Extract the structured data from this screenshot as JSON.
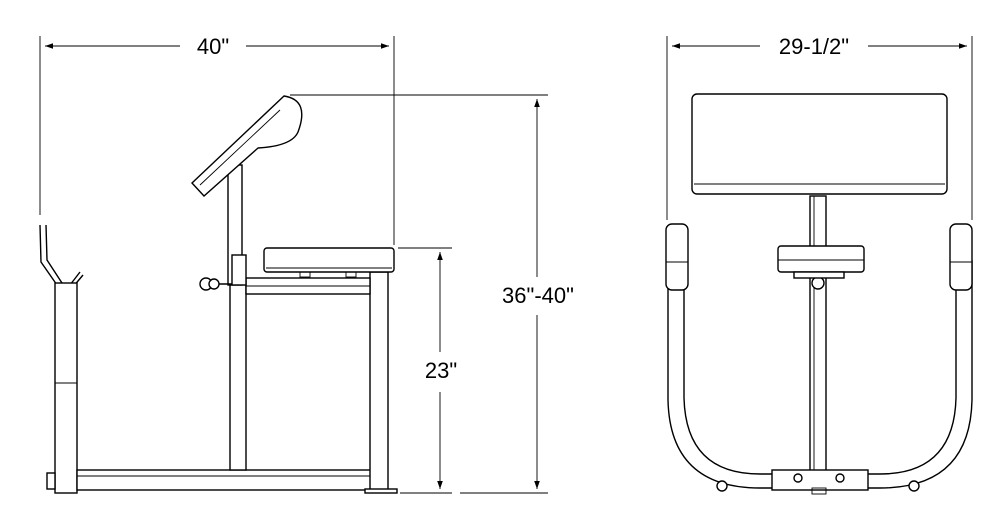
{
  "diagram": {
    "dimensions": {
      "side_width": "40\"",
      "front_width": "29-1/2\"",
      "seat_height": "23\"",
      "overall_height": "36\"-40\""
    }
  }
}
